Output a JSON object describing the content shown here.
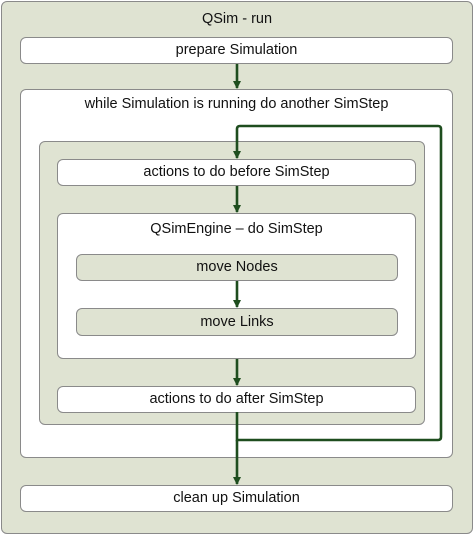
{
  "diagram": {
    "title": "QSim - run",
    "prepare": "prepare Simulation",
    "loop_title": "while Simulation is running do another SimStep",
    "before": "actions to do before SimStep",
    "engine_title": "QSimEngine – do SimStep",
    "move_nodes": "move Nodes",
    "move_links": "move Links",
    "after": "actions to do after SimStep",
    "cleanup": "clean up Simulation"
  },
  "colors": {
    "arrow": "#1e4d1e",
    "panel_fill": "#dfe3d2",
    "box_border": "#8a8a8a"
  }
}
